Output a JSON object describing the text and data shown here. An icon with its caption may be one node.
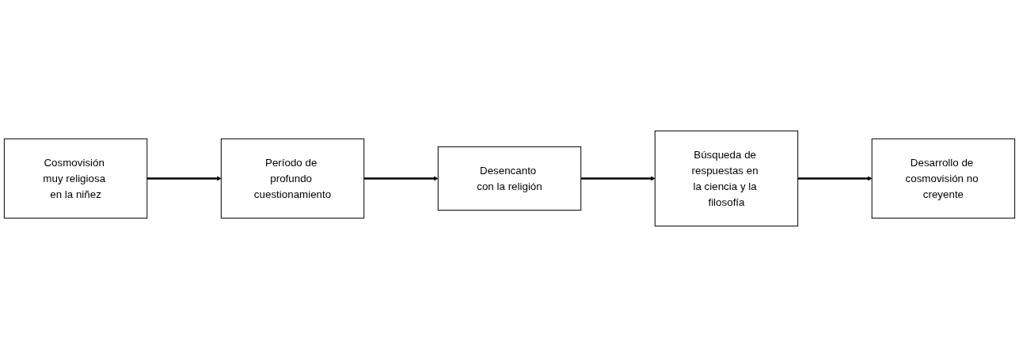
{
  "diagram": {
    "nodes": [
      {
        "text": [
          "Cosmovisión muy religiosa en la niñez"
        ]
      },
      {
        "text": [
          "Período de profundo cuestionamiento"
        ]
      },
      {
        "text": [
          "Desencanto con la religión"
        ]
      },
      {
        "text": [
          "Búsqueda de respuestas en la ciencia y la filosofía"
        ]
      },
      {
        "text": [
          "Desarrollo de cosmovisión no creyente"
        ]
      }
    ],
    "edges": [
      {
        "from": 0,
        "to": 1,
        "arrow": "to"
      },
      {
        "from": 1,
        "to": 2,
        "arrow": "to"
      },
      {
        "from": 2,
        "to": 3,
        "arrow": "to"
      },
      {
        "from": 3,
        "to": 4,
        "arrow": "to"
      }
    ]
  }
}
